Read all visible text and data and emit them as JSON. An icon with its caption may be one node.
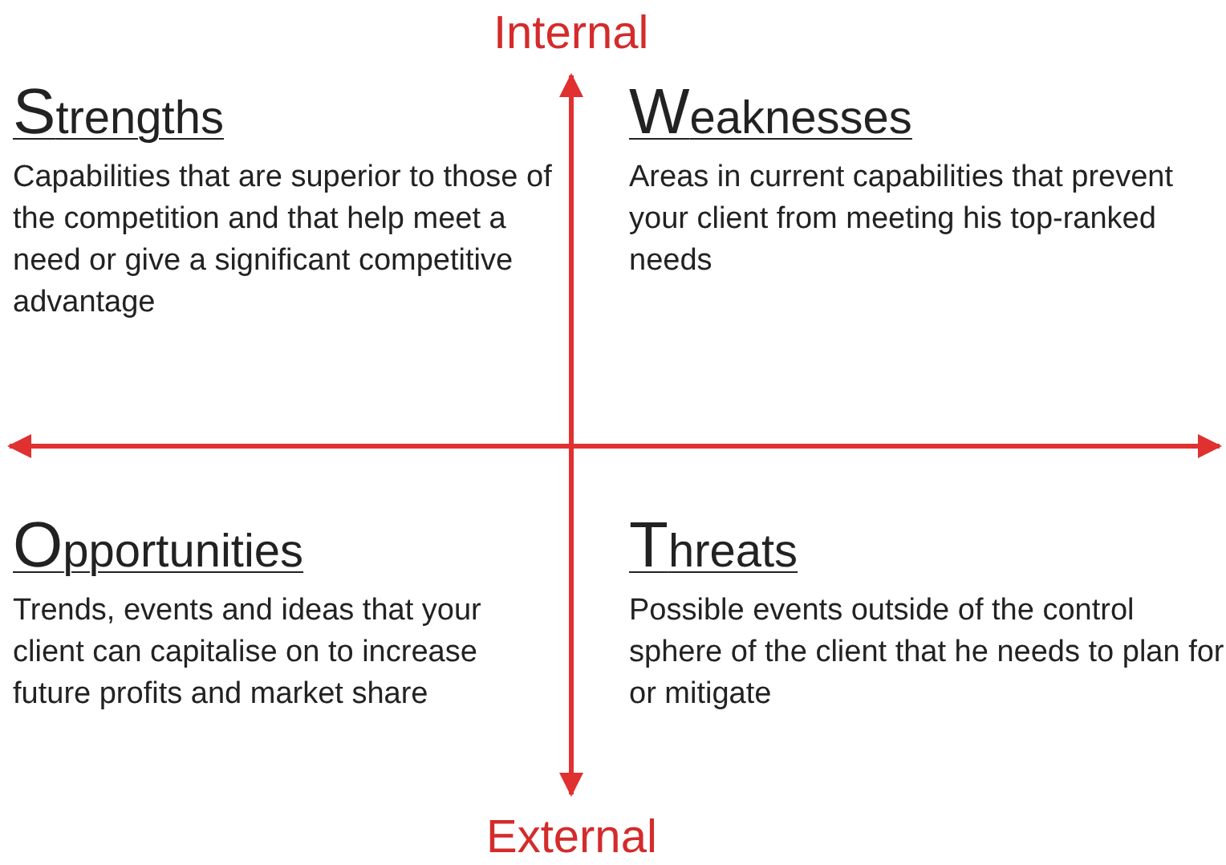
{
  "diagram": {
    "nodes": [
      {
        "text": [
          "Strengths",
          "Capabilities that are superior to those of the competition and that help meet a need or give a significant competitive advantage"
        ]
      },
      {
        "text": [
          "Weaknesses",
          "Areas in current capabilities that prevent your client from meeting his top-ranked needs"
        ]
      },
      {
        "text": [
          "Opportunities",
          "Trends, events and ideas that your client can capitalise on to increase future profits and market share"
        ]
      },
      {
        "text": [
          "Threats",
          "Possible events outside of the control sphere of the client that he needs to plan for or mitigate"
        ]
      }
    ],
    "labels": [
      "Internal",
      "External"
    ]
  }
}
